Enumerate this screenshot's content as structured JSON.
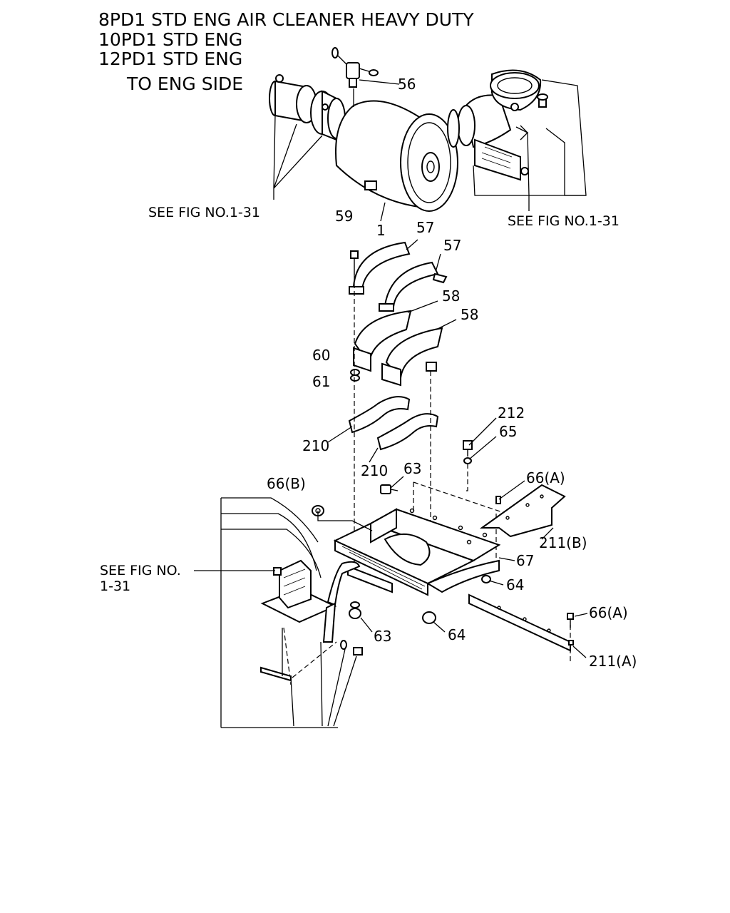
{
  "header": {
    "line1": "8PD1 STD ENG AIR CLEANER HEAVY DUTY",
    "line2": "10PD1 STD ENG",
    "line3": "12PD1 STD ENG",
    "direction": "TO ENG SIDE"
  },
  "refs": {
    "left_top": "SEE FIG NO.1-31",
    "right_top": "SEE FIG NO.1-31",
    "left_bottom_1": "SEE FIG NO.",
    "left_bottom_2": "1-31"
  },
  "callouts": {
    "p56": "56",
    "p1": "1",
    "p59": "59",
    "p57a": "57",
    "p57b": "57",
    "p58a": "58",
    "p58b": "58",
    "p60": "60",
    "p61": "61",
    "p212": "212",
    "p65": "65",
    "p210a": "210",
    "p210b": "210",
    "p63a": "63",
    "p66b": "66(B)",
    "p66a_top": "66(A)",
    "p211b": "211(B)",
    "p67": "67",
    "p64a": "64",
    "p63b": "63",
    "p64b": "64",
    "p66a_bot": "66(A)",
    "p211a": "211(A)"
  }
}
